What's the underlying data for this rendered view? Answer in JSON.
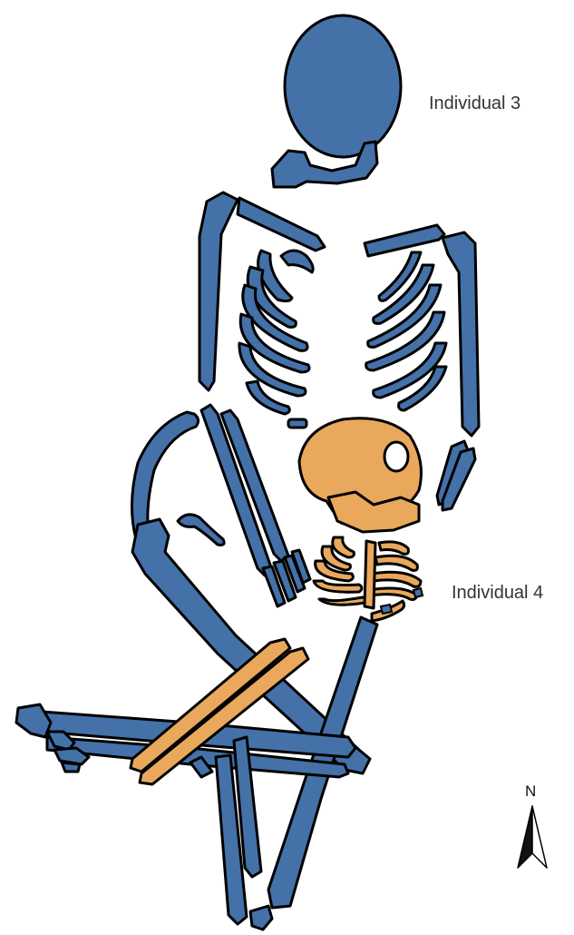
{
  "labels": {
    "individual_3": "Individual 3",
    "individual_4": "Individual 4",
    "north": "N"
  },
  "colors": {
    "individual_3_bone": "#4471a8",
    "individual_4_bone": "#e9a85c",
    "outline": "#000000",
    "background": "#ffffff"
  },
  "icons": {
    "north_arrow": "north-arrow-icon"
  }
}
